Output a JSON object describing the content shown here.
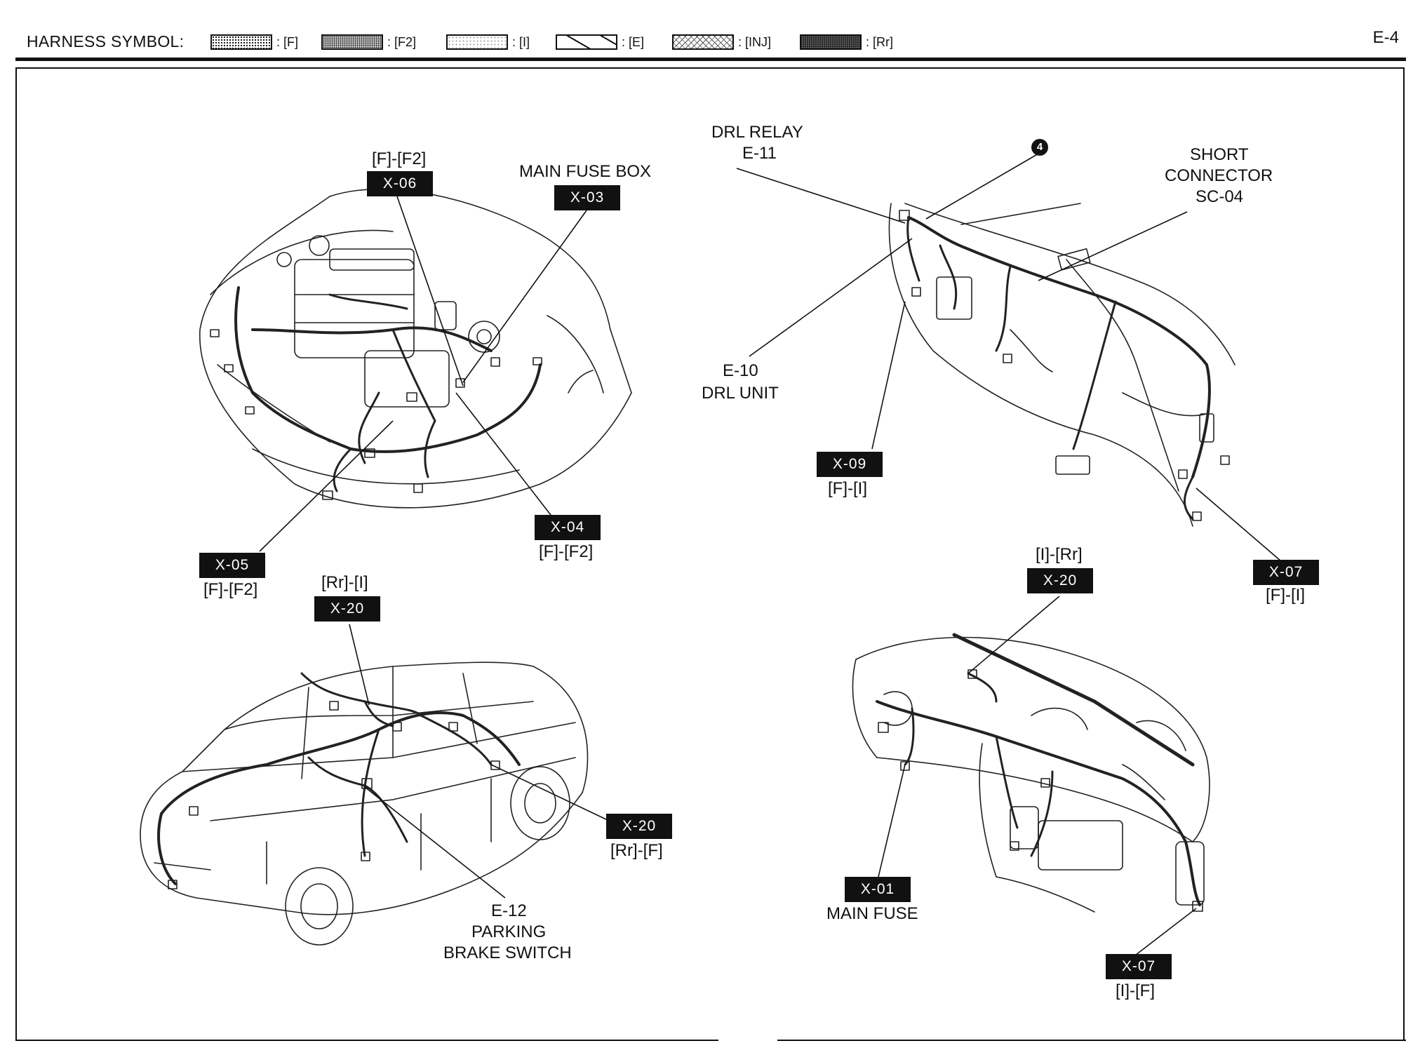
{
  "header": {
    "title": "HARNESS SYMBOL:",
    "page_number": "E-4",
    "legend": [
      {
        "code": ": [F]",
        "pattern": "dots"
      },
      {
        "code": ": [F2]",
        "pattern": "dense-dots"
      },
      {
        "code": ": [I]",
        "pattern": "light"
      },
      {
        "code": ": [E]",
        "pattern": "hatch"
      },
      {
        "code": ": [INJ]",
        "pattern": "cross"
      },
      {
        "code": ": [Rr]",
        "pattern": "dark"
      }
    ]
  },
  "engine_view": {
    "x06": {
      "tag": "X-06",
      "code": "[F]-[F2]"
    },
    "x03": {
      "tag": "X-03",
      "title": "MAIN FUSE BOX"
    },
    "x04": {
      "tag": "X-04",
      "code": "[F]-[F2]"
    },
    "x05": {
      "tag": "X-05",
      "code": "[F]-[F2]"
    }
  },
  "drl_view": {
    "e11": {
      "line1": "DRL RELAY",
      "line2": "E-11"
    },
    "marker": "4",
    "sc04": {
      "line1": "SHORT",
      "line2": "CONNECTOR",
      "line3": "SC-04"
    },
    "e10": {
      "line1": "E-10",
      "line2": "DRL UNIT"
    },
    "x09": {
      "tag": "X-09",
      "code": "[F]-[I]"
    },
    "x07": {
      "tag": "X-07",
      "code": "[F]-[I]"
    }
  },
  "car_view": {
    "x20a": {
      "tag": "X-20",
      "code": "[Rr]-[I]"
    },
    "x20b": {
      "tag": "X-20",
      "code": "[Rr]-[F]"
    },
    "e12": {
      "line1": "E-12",
      "line2": "PARKING",
      "line3": "BRAKE SWITCH"
    }
  },
  "dash_view": {
    "x20": {
      "tag": "X-20",
      "code": "[I]-[Rr]"
    },
    "x01": {
      "tag": "X-01",
      "title": "MAIN FUSE"
    },
    "x07": {
      "tag": "X-07",
      "code": "[I]-[F]"
    }
  }
}
